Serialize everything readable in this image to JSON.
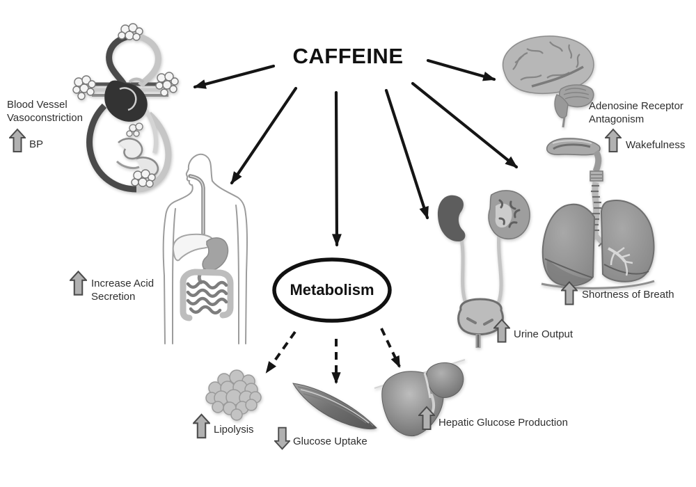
{
  "title": "CAFFEINE",
  "center_node": {
    "label": "Metabolism"
  },
  "effects": {
    "blood_vessel": {
      "line1": "Blood Vessel",
      "line2": "Vasoconstriction",
      "metric": "BP",
      "direction": "up"
    },
    "adenosine": {
      "line1": "Adenosine Receptor",
      "line2": "Antagonism",
      "metric": "Wakefulness",
      "direction": "up"
    },
    "acid_secretion": {
      "line1": "Increase Acid",
      "line2": "Secretion",
      "direction": "up"
    },
    "urine_output": {
      "metric": "Urine Output",
      "direction": "up"
    },
    "shortness_of_breath": {
      "metric": "Shortness of Breath",
      "direction": "up"
    },
    "lipolysis": {
      "metric": "Lipolysis",
      "direction": "up"
    },
    "glucose_uptake": {
      "metric": "Glucose Uptake",
      "direction": "down"
    },
    "hepatic_glucose": {
      "metric": "Hepatic Glucose Production",
      "direction": "up"
    }
  },
  "icons": {
    "circulatory_system": "circulatory-system-illustration",
    "digestive_system": "digestive-torso-illustration",
    "brain": "brain-illustration",
    "urinary_system": "kidneys-bladder-illustration",
    "lungs": "lungs-trachea-illustration",
    "fat_cells": "adipocyte-cluster-illustration",
    "muscle": "skeletal-muscle-illustration",
    "liver": "liver-illustration"
  },
  "connections": {
    "solid_from_caffeine": [
      "circulatory-system",
      "digestive-system",
      "metabolism",
      "urinary-system",
      "lungs",
      "brain"
    ],
    "dashed_from_metabolism": [
      "fat-cells",
      "muscle",
      "liver"
    ]
  },
  "colors": {
    "connector": "#151515",
    "block_arrow_fill": "#b1b1b1",
    "block_arrow_stroke": "#4c4c4c",
    "text": "#2e2e2e"
  }
}
